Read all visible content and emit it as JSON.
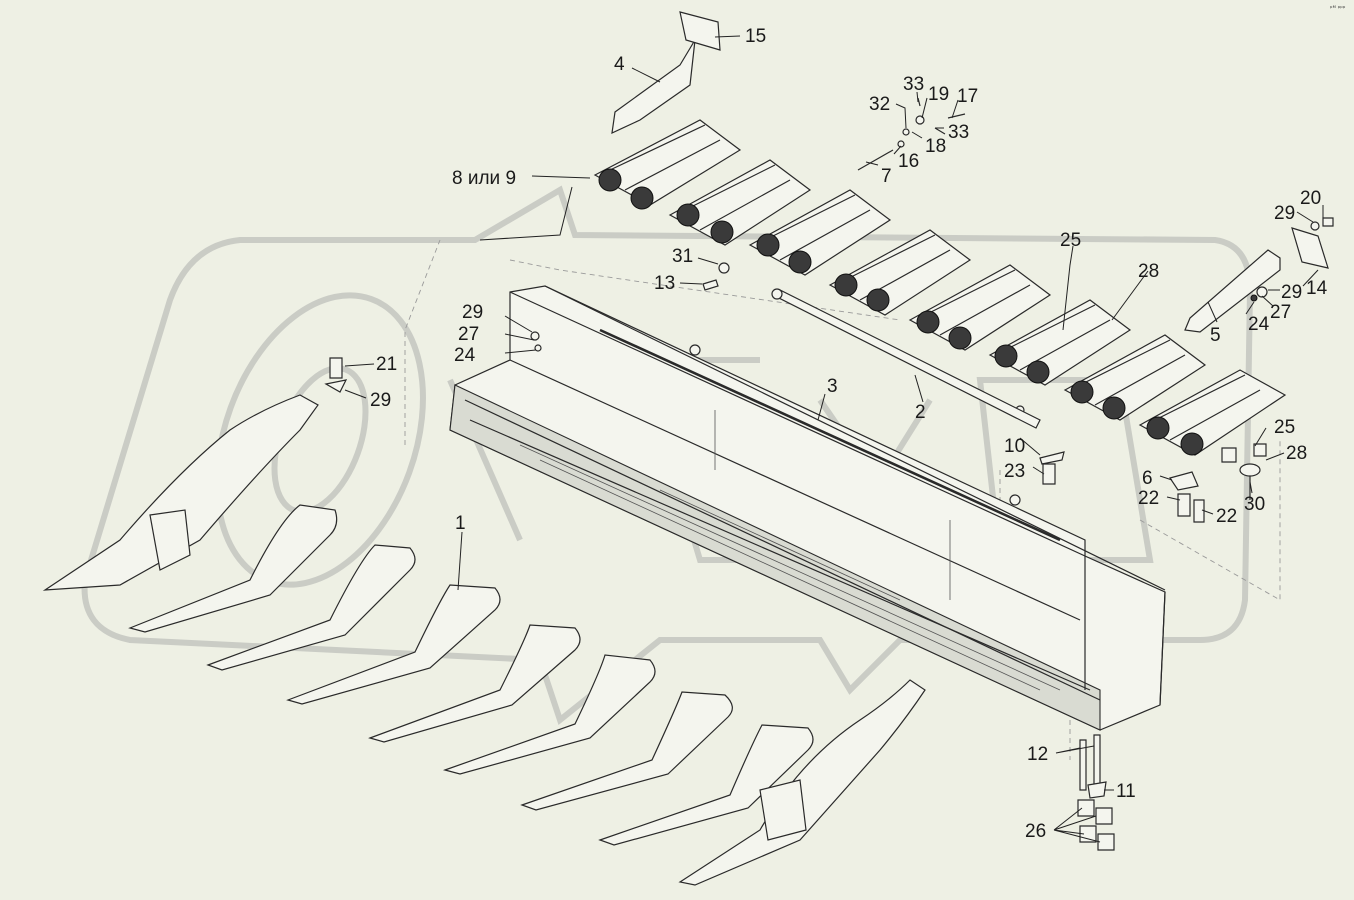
{
  "corner_mark": "ᵖᴹ ᵖᵖᵖ",
  "watermark_text": "OPEX",
  "callouts": [
    {
      "id": "c15",
      "text": "15"
    },
    {
      "id": "c4",
      "text": "4"
    },
    {
      "id": "c33a",
      "text": "33"
    },
    {
      "id": "c32",
      "text": "32"
    },
    {
      "id": "c19",
      "text": "19"
    },
    {
      "id": "c17",
      "text": "17"
    },
    {
      "id": "c33b",
      "text": "33"
    },
    {
      "id": "c18",
      "text": "18"
    },
    {
      "id": "c16",
      "text": "16"
    },
    {
      "id": "c7",
      "text": "7"
    },
    {
      "id": "c8or9",
      "text": "8 или 9"
    },
    {
      "id": "c20",
      "text": "20"
    },
    {
      "id": "c29a",
      "text": "29"
    },
    {
      "id": "c25a",
      "text": "25"
    },
    {
      "id": "c28a",
      "text": "28"
    },
    {
      "id": "c29b",
      "text": "29"
    },
    {
      "id": "c14",
      "text": "14"
    },
    {
      "id": "c24a",
      "text": "24"
    },
    {
      "id": "c27a",
      "text": "27"
    },
    {
      "id": "c5",
      "text": "5"
    },
    {
      "id": "c31",
      "text": "31"
    },
    {
      "id": "c13",
      "text": "13"
    },
    {
      "id": "c29c",
      "text": "29"
    },
    {
      "id": "c27b",
      "text": "27"
    },
    {
      "id": "c24b",
      "text": "24"
    },
    {
      "id": "c21",
      "text": "21"
    },
    {
      "id": "c29d",
      "text": "29"
    },
    {
      "id": "c3",
      "text": "3"
    },
    {
      "id": "c2",
      "text": "2"
    },
    {
      "id": "c10",
      "text": "10"
    },
    {
      "id": "c23",
      "text": "23"
    },
    {
      "id": "c25b",
      "text": "25"
    },
    {
      "id": "c28b",
      "text": "28"
    },
    {
      "id": "c6",
      "text": "6"
    },
    {
      "id": "c22a",
      "text": "22"
    },
    {
      "id": "c30",
      "text": "30"
    },
    {
      "id": "c22b",
      "text": "22"
    },
    {
      "id": "c1",
      "text": "1"
    },
    {
      "id": "c12",
      "text": "12"
    },
    {
      "id": "c11",
      "text": "11"
    },
    {
      "id": "c26",
      "text": "26"
    }
  ]
}
